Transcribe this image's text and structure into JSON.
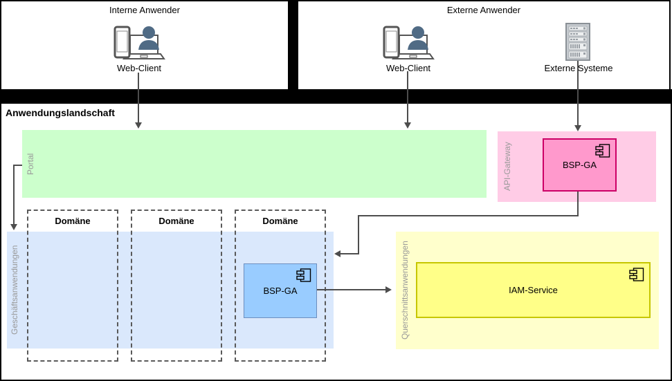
{
  "top": {
    "internal": {
      "title": "Interne Anwender",
      "client_label": "Web-Client",
      "client_icon": "web-client-icon"
    },
    "external": {
      "title": "Externe Anwender",
      "client_label": "Web-Client",
      "client_icon": "web-client-icon",
      "systems_label": "Externe Systeme",
      "systems_icon": "server-rack-icon"
    }
  },
  "landscape": {
    "title": "Anwendungslandschaft",
    "portal": {
      "label": "Portal",
      "fill": "#CCFFCC"
    },
    "api_gateway": {
      "label": "API-Gateway",
      "fill": "#FFCCE6",
      "component": {
        "label": "BSP-GA",
        "fill": "#FF99CC",
        "stroke": "#CC0066",
        "icon": "uml-component-icon"
      }
    },
    "business": {
      "label": "Geschäftsanwendungen",
      "fill": "#DAE8FC",
      "domains": [
        {
          "label": "Domäne"
        },
        {
          "label": "Domäne"
        },
        {
          "label": "Domäne"
        }
      ],
      "component": {
        "label": "BSP-GA",
        "fill": "#99CCFF",
        "stroke": "#6C8EBF",
        "icon": "uml-component-icon"
      }
    },
    "cross_cutting": {
      "label": "Querschnittsanwendungen",
      "fill": "#FFFFCC",
      "component": {
        "label": "IAM-Service",
        "fill": "#FFFF88",
        "stroke": "#C6C600",
        "icon": "uml-component-icon"
      }
    }
  },
  "edges": [
    {
      "name": "internal-webclient-to-portal"
    },
    {
      "name": "external-webclient-to-portal"
    },
    {
      "name": "externe-systeme-to-api-gateway-bsp-ga"
    },
    {
      "name": "portal-to-geschaeftsanwendungen"
    },
    {
      "name": "api-gateway-bsp-ga-to-geschaeftsanwendungen"
    },
    {
      "name": "business-bsp-ga-to-iam-service"
    }
  ],
  "colors": {
    "edge": "#4D4D4D",
    "dashed_border": "#595959",
    "side_label_text": "#999999",
    "person_icon": "#506B85",
    "divider": "#000000"
  }
}
